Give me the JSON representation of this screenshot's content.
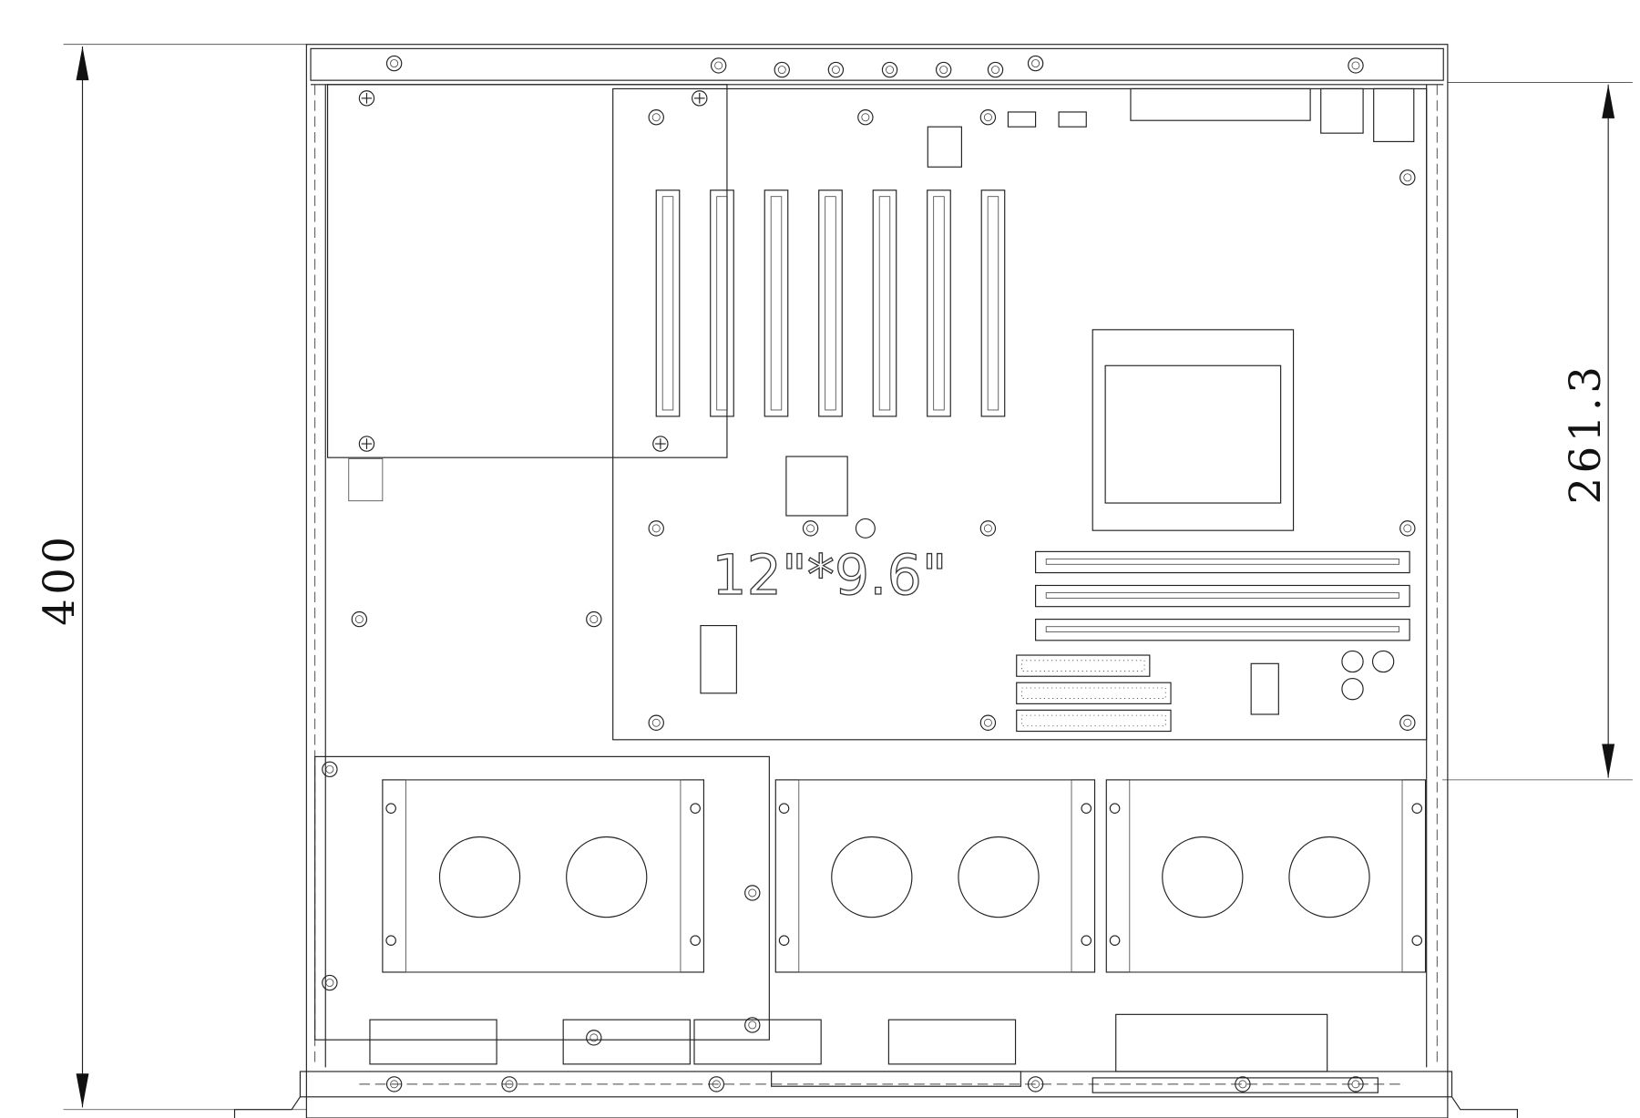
{
  "drawing": {
    "dimension_depth": "400",
    "dimension_board": "261.3",
    "board_label": "12\"*9.6\""
  },
  "colors": {
    "line": "#222222",
    "background": "#ffffff"
  }
}
